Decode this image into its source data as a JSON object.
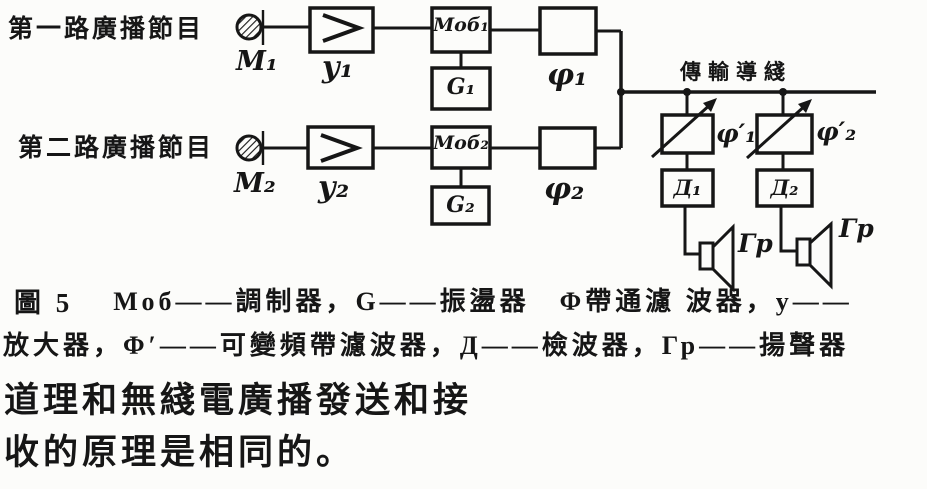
{
  "colors": {
    "paper": "#fcfcfa",
    "ink": "#161616"
  },
  "diagram": {
    "channels": [
      {
        "source_label": "第一路廣播節目",
        "mic_label": "М₁",
        "amp_label": "у₁",
        "modulator_label": "Моб₁",
        "oscillator_label": "G₁",
        "filter_label": "φ₁"
      },
      {
        "source_label": "第二路廣播節目",
        "mic_label": "М₂",
        "amp_label": "у₂",
        "modulator_label": "Моб₂",
        "oscillator_label": "G₂",
        "filter_label": "φ₂"
      }
    ],
    "amp_symbol": ">",
    "transmission_line_label": "傳輸導綫",
    "receivers": [
      {
        "varfilter_label": "φ′₁",
        "detector_label": "Д₁",
        "speaker_label": "Гр"
      },
      {
        "varfilter_label": "φ′₂",
        "detector_label": "Д₂",
        "speaker_label": "Гр"
      }
    ]
  },
  "caption": {
    "figure_label": "圖 5",
    "legend_line1": "Моб——調制器，G——振盪器　Φ帶通濾 波器，y——",
    "legend_line2": "放大器，Φ′——可變頻帶濾波器，Д——檢波器，Гр——揚聲器"
  },
  "body_text": {
    "line1": "道理和無綫電廣播發送和接",
    "line2": "收的原理是相同的。"
  }
}
